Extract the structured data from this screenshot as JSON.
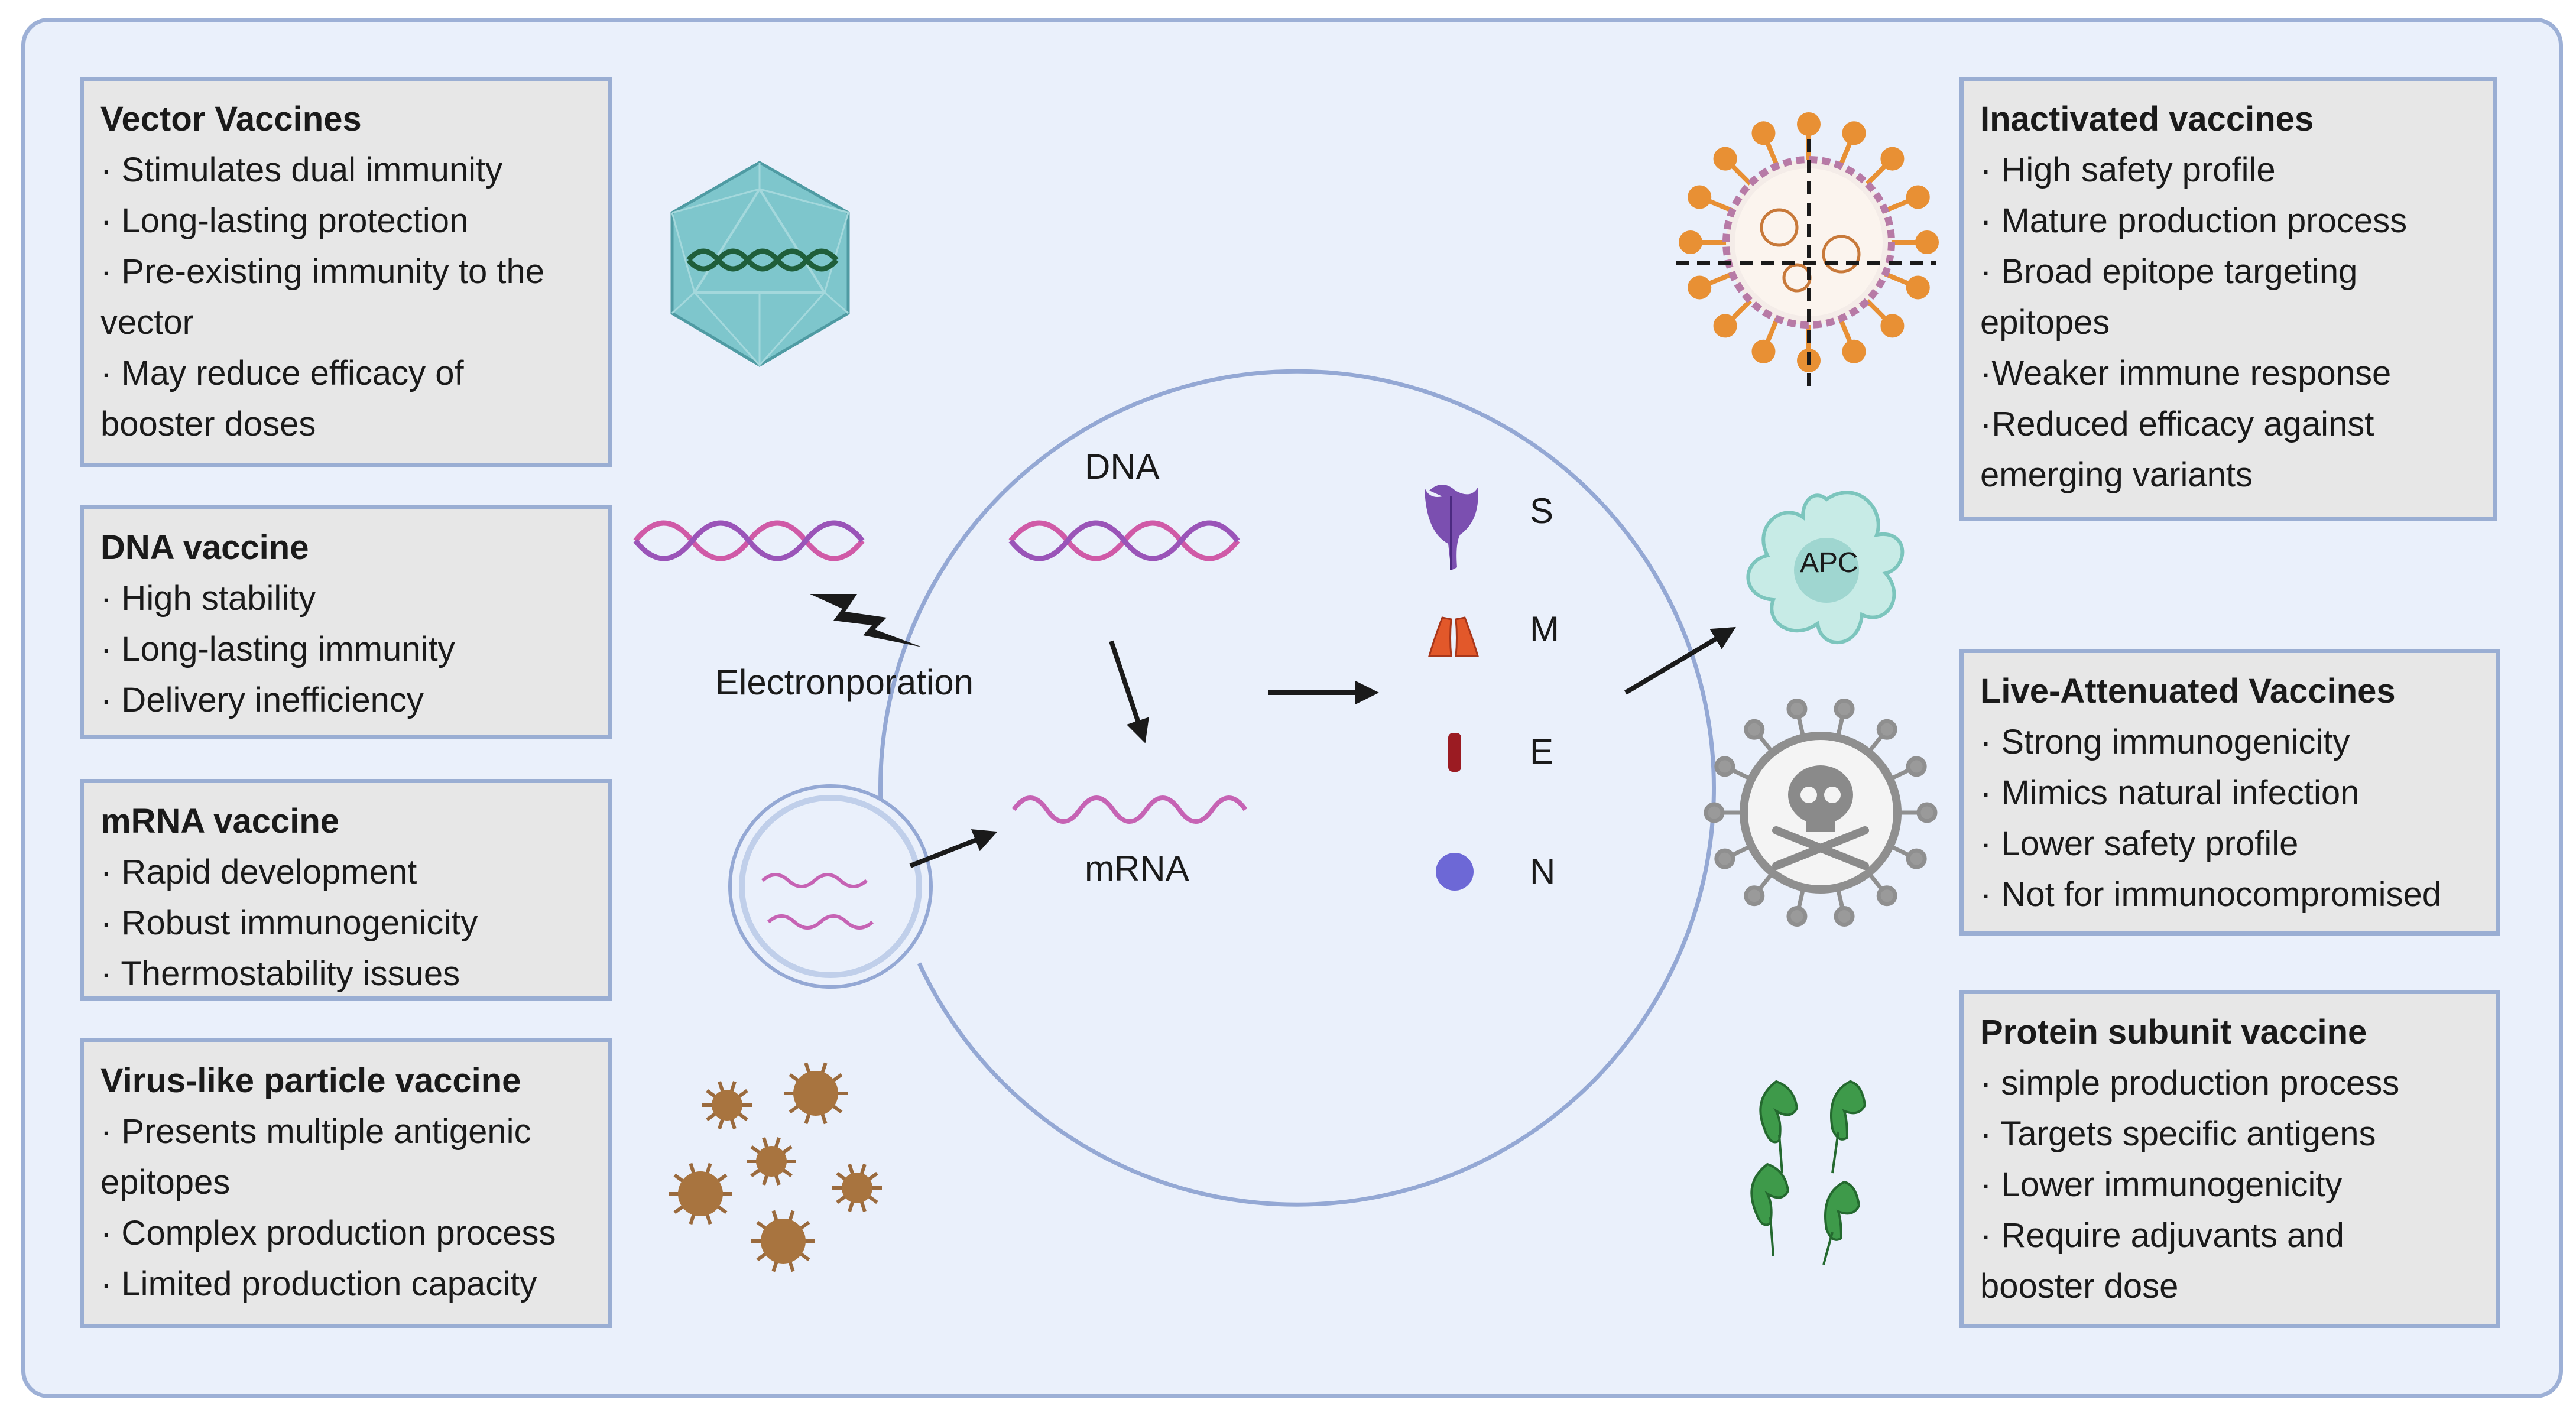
{
  "boxes": {
    "vector": {
      "title": "Vector Vaccines",
      "lines": [
        "· Stimulates dual immunity",
        "· Long-lasting protection",
        "· Pre-existing immunity to the",
        "vector",
        "· May reduce efficacy of",
        "booster doses"
      ]
    },
    "dna": {
      "title": "DNA vaccine",
      "lines": [
        "· High stability",
        "· Long-lasting immunity",
        "· Delivery inefficiency"
      ]
    },
    "mrna": {
      "title": "mRNA vaccine",
      "lines": [
        "· Rapid development",
        "· Robust immunogenicity",
        "· Thermostability issues"
      ]
    },
    "vlp": {
      "title": "Virus-like particle vaccine",
      "lines": [
        "· Presents multiple antigenic",
        "epitopes",
        "· Complex production process",
        "· Limited production capacity"
      ]
    },
    "inactivated": {
      "title": "Inactivated vaccines",
      "lines": [
        "· High safety profile",
        "· Mature production process",
        "· Broad epitope targeting",
        "epitopes",
        "·Weaker immune response",
        "·Reduced efficacy against",
        "emerging variants"
      ]
    },
    "live": {
      "title": "Live-Attenuated Vaccines",
      "lines": [
        "· Strong immunogenicity",
        "· Mimics natural infection",
        "· Lower safety profile",
        "· Not for immunocompromised"
      ]
    },
    "protein": {
      "title": "Protein subunit vaccine",
      "lines": [
        "· simple production process",
        "· Targets specific antigens",
        "· Lower immunogenicity",
        "· Require adjuvants and",
        "booster dose"
      ]
    }
  },
  "labels": {
    "dna": "DNA",
    "mrna": "mRNA",
    "electroporation": "Electronporation",
    "apc": "APC"
  },
  "proteins": [
    "S",
    "M",
    "E",
    "N"
  ],
  "colors": {
    "frame_bg": "#eaf0fb",
    "frame_border": "#9db0d6",
    "box_bg": "#e7e7e7",
    "dna_pink": "#d05aa7",
    "dna_purple": "#9a54b8",
    "mrna": "#c663b4",
    "s_protein": "#7b4fb0",
    "m_protein": "#e2582a",
    "e_protein": "#9b1b22",
    "n_protein": "#6d68d6",
    "apc": "#b9e2de",
    "virus_brown": "#9a6a3d",
    "virus_orange": "#e89034",
    "protein_green": "#3e9a4a",
    "skull_grey": "#9a9a9a"
  },
  "icons": [
    "adenovirus-capsid-icon",
    "virion-icon",
    "dna-helix-icon",
    "lightning-icon",
    "apc-cell-icon",
    "skull-virus-icon",
    "protein-subunit-icon",
    "vlp-particle-icon"
  ]
}
